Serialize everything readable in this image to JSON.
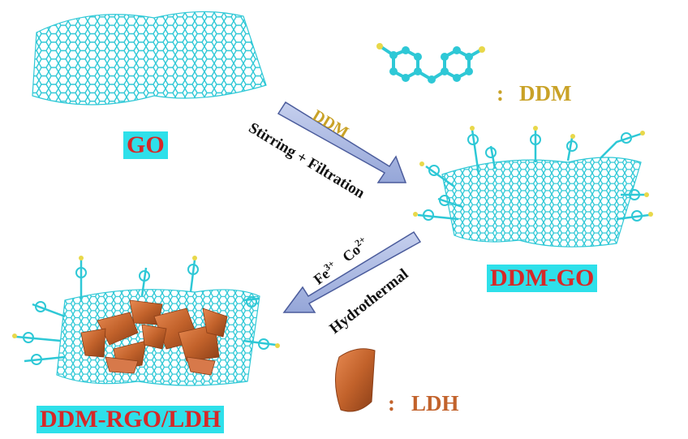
{
  "labels": {
    "go": "GO",
    "ddm_go": "DDM-GO",
    "ddm_rgo_ldh": "DDM-RGO/LDH"
  },
  "legend": {
    "ddm_colon": ":",
    "ddm": "DDM",
    "ldh_colon": ":",
    "ldh": "LDH"
  },
  "arrow1": {
    "reagent": "DDM",
    "process": "Stirring + Filtration"
  },
  "arrow2": {
    "ion1_base": "Fe",
    "ion1_charge": "3+",
    "ion2_base": "Co",
    "ion2_charge": "2+",
    "process": "Hydrothermal"
  },
  "colors": {
    "graphene": "#2ec8d6",
    "highlight": "#2ee0ea",
    "label_red": "#d62828",
    "ddm_gold": "#c9a227",
    "ldh_brown": "#c2622b",
    "arrow_fill": "#aab8e0",
    "arrow_stroke": "#4b5c9c"
  }
}
